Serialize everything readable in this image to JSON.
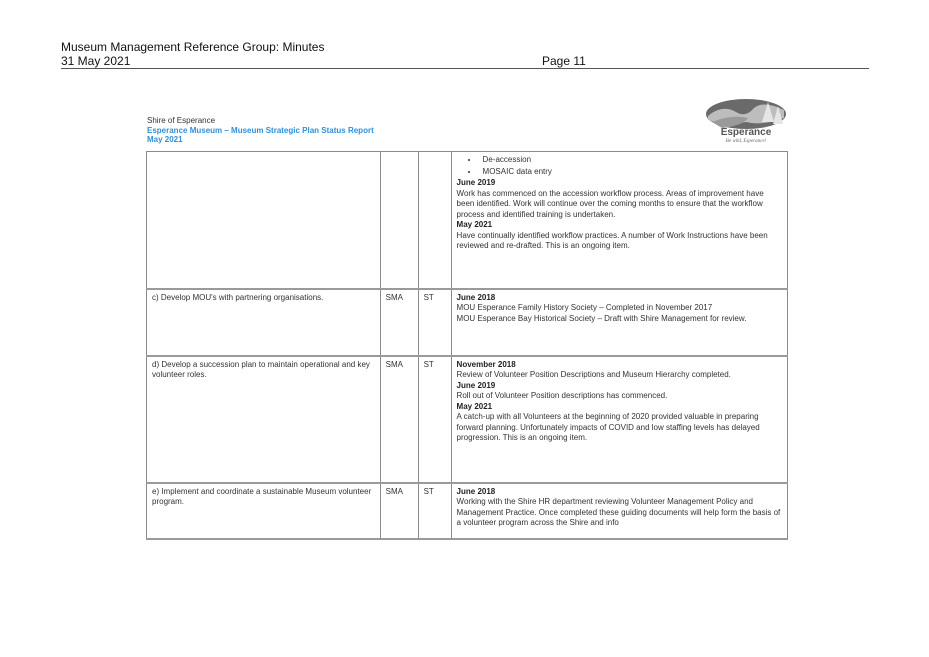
{
  "page_header": {
    "title": "Museum Management Reference Group: Minutes",
    "date": "31 May 2021",
    "page": "Page 11"
  },
  "report": {
    "organisation": "Shire of Esperance",
    "title": "Esperance Museum – Museum Strategic Plan Status Report",
    "date": "May 2021",
    "logo": {
      "name": "Esperance",
      "tagline": "Be wild, Esperance!",
      "icon": "shire-of-esperance-logo"
    },
    "colors": {
      "accent": "#2f8fd8",
      "border": "#8a8a8a"
    }
  },
  "table": {
    "rows": [
      {
        "objective": "",
        "responsible": "",
        "timeframe": "",
        "bullets": [
          "De-accession",
          "MOSAIC data entry"
        ],
        "updates": [
          {
            "heading": "June 2019",
            "text": "Work has commenced on the accession workflow process. Areas of improvement have been identified. Work will continue over the coming months to ensure that the workflow process and identified training is undertaken."
          },
          {
            "heading": "May 2021",
            "text": "Have continually identified workflow practices. A number of Work Instructions have been reviewed and re-drafted. This is an ongoing item."
          }
        ]
      },
      {
        "objective": "c) Develop MOU's with partnering organisations.",
        "responsible": "SMA",
        "timeframe": "ST",
        "updates": [
          {
            "heading": "June 2018",
            "text": "MOU Esperance Family History Society – Completed in November 2017\nMOU Esperance Bay Historical Society – Draft with Shire Management for review."
          }
        ]
      },
      {
        "objective": "d) Develop a succession plan to maintain operational and key volunteer roles.",
        "responsible": "SMA",
        "timeframe": "ST",
        "updates": [
          {
            "heading": "November 2018",
            "text": "Review of Volunteer Position Descriptions and Museum Hierarchy completed."
          },
          {
            "heading": "June 2019",
            "text": "Roll out of Volunteer Position descriptions has commenced."
          },
          {
            "heading": "May 2021",
            "text": "A catch-up with all Volunteers at the beginning of 2020 provided valuable in preparing forward planning. Unfortunately impacts of COVID and low staffing levels has delayed progression. This is an ongoing item."
          }
        ]
      },
      {
        "objective": "e) Implement and coordinate a sustainable Museum volunteer program.",
        "responsible": "SMA",
        "timeframe": "ST",
        "updates": [
          {
            "heading": "June 2018",
            "text": "Working with the Shire HR department reviewing Volunteer Management Policy and Management Practice. Once completed these guiding documents will help form the basis of a volunteer program across the Shire and info"
          }
        ]
      }
    ]
  }
}
